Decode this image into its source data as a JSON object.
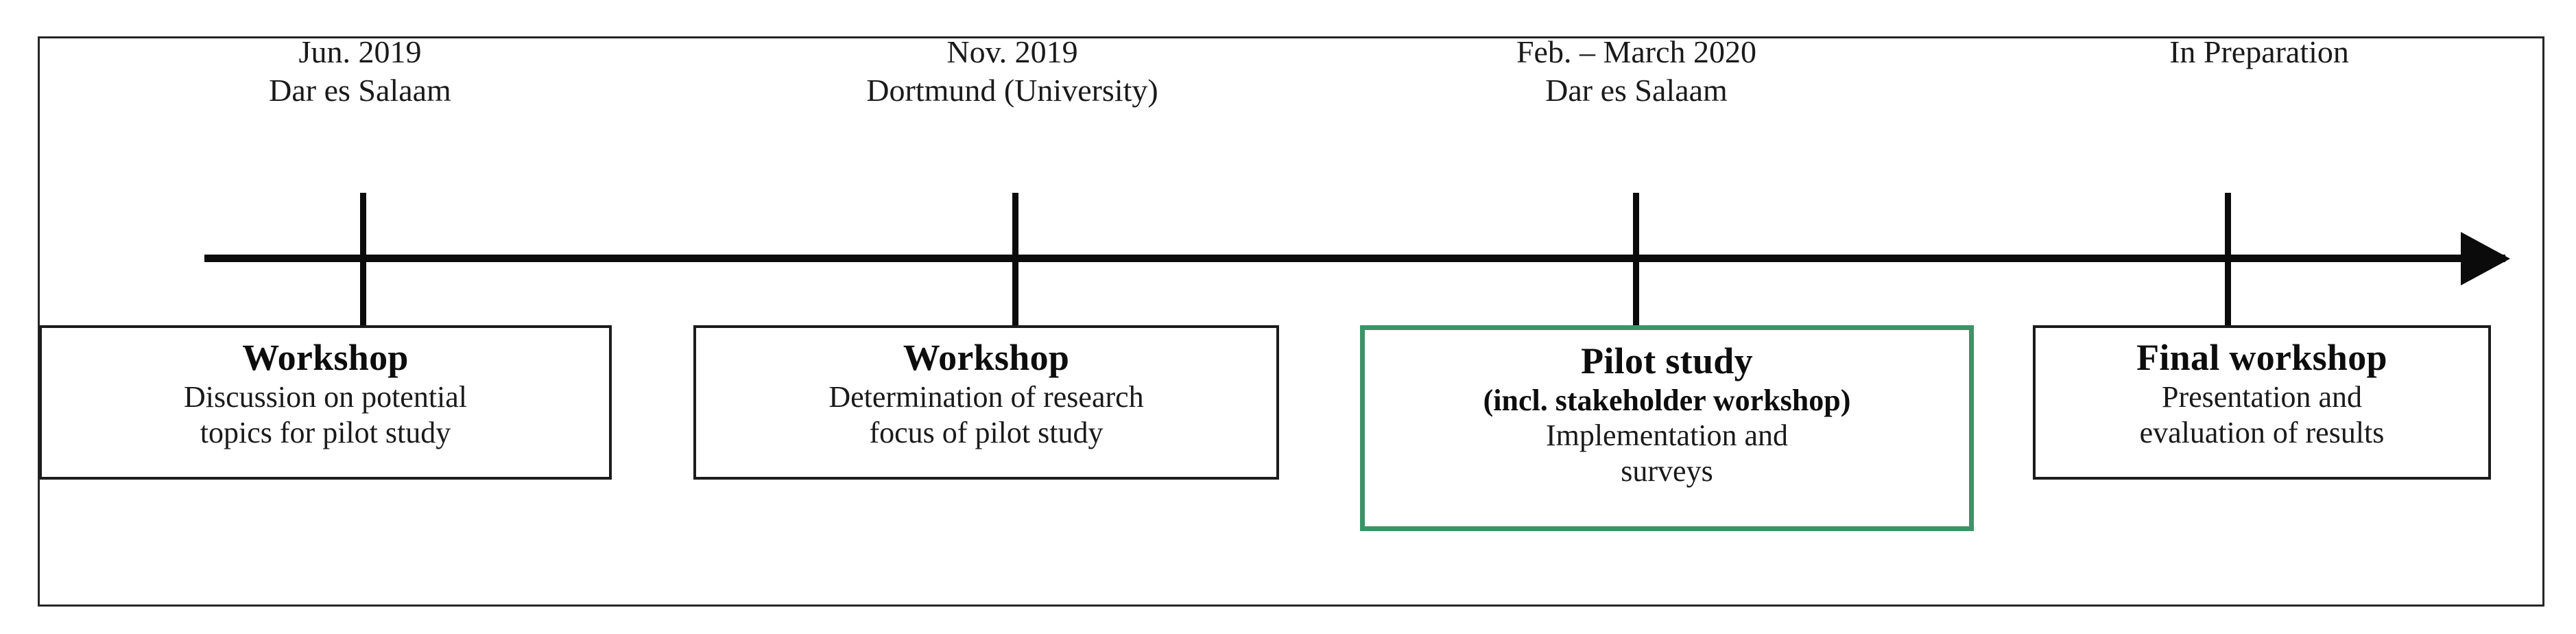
{
  "figure": {
    "type": "project-timeline",
    "border_color": "#262626",
    "axis_color": "#0b0b0b",
    "accent_color": "#3a9468",
    "axis": {
      "direction": "left-to-right",
      "arrowhead": "right"
    }
  },
  "milestones": [
    {
      "tick_x": 527,
      "date": "Jun. 2019",
      "place": "Dar es Salaam",
      "box": {
        "title": "Workshop",
        "subtitle": "",
        "desc_line_1": "Discussion on potential",
        "desc_line_2": "topics for pilot study",
        "highlighted": false,
        "border_color": "#1c1c1c"
      }
    },
    {
      "tick_x": 1478,
      "date": "Nov. 2019",
      "place": "Dortmund (University)",
      "box": {
        "title": "Workshop",
        "subtitle": "",
        "desc_line_1": "Determination of research",
        "desc_line_2": "focus of pilot study",
        "highlighted": false,
        "border_color": "#1c1c1c"
      }
    },
    {
      "tick_x": 2383,
      "date": "Feb. – March 2020",
      "place": "Dar es Salaam",
      "box": {
        "title": "Pilot study",
        "subtitle": "(incl. stakeholder workshop)",
        "desc_line_1": "Implementation and",
        "desc_line_2": "surveys",
        "highlighted": true,
        "border_color": "#3a9468"
      }
    },
    {
      "tick_x": 3246,
      "date": "In Preparation",
      "place": "",
      "box": {
        "title": "Final workshop",
        "subtitle": "",
        "desc_line_1": "Presentation and",
        "desc_line_2": "evaluation of results",
        "highlighted": false,
        "border_color": "#1c1c1c"
      }
    }
  ]
}
